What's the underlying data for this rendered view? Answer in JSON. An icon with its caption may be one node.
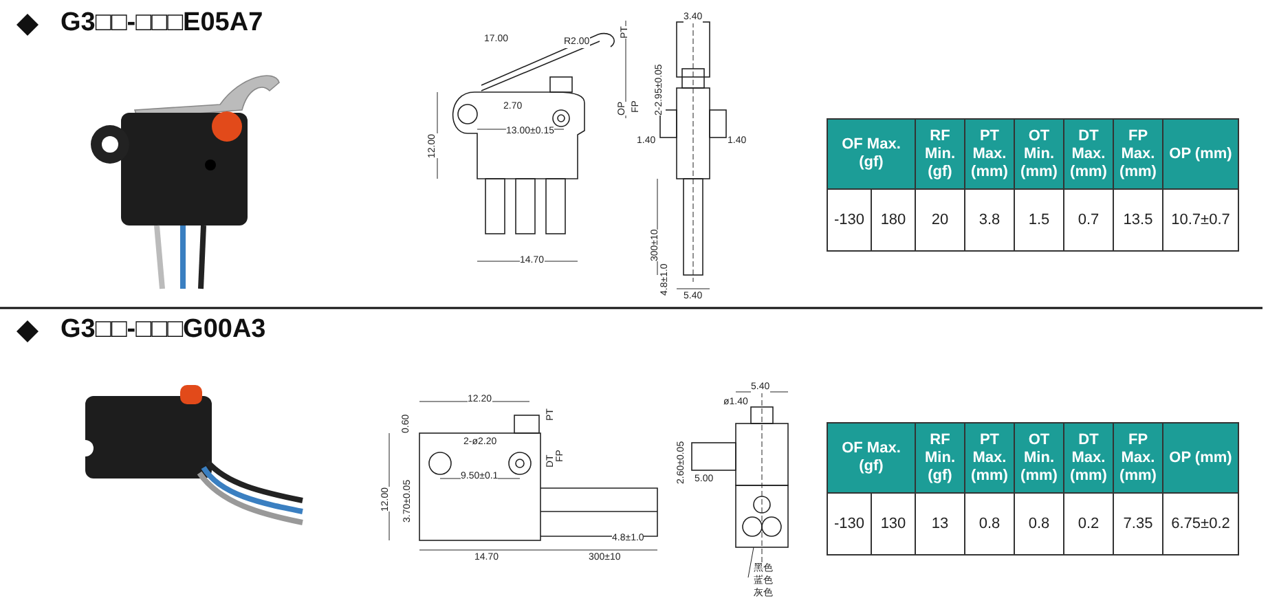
{
  "diagram": {
    "labels": [
      "G3□□-□□□E05A7",
      "17.00",
      "R2.00",
      "PT",
      "2.70",
      "OP",
      "FP",
      "13.00±0.15",
      "12.00",
      "14.70",
      "3.40",
      "2-2.95±0.05",
      "1.40",
      "1.40",
      "300±10",
      "4.8±1.0",
      "5.40",
      "OF Max. (gf)",
      "RF Min. (gf)",
      "PT Max. (mm)",
      "OT Min. (mm)",
      "DT Max. (mm)",
      "FP Max. (mm)",
      "OP (mm)",
      "-130",
      "180",
      "20",
      "3.8",
      "1.5",
      "0.7",
      "13.5",
      "10.7±0.7",
      "G3□□-□□□G00A3",
      "12.20",
      "0.60",
      "PT",
      "DT",
      "FP",
      "2-ø2.20",
      "3.70±0.05",
      "9.50±0.1",
      "12.00",
      "4.8±1.0",
      "14.70",
      "300±10",
      "5.40",
      "ø1.40",
      "2.60±0.05",
      "5.00",
      "黑色",
      "蓝色",
      "灰色",
      "OF Max. (gf)",
      "RF Min. (gf)",
      "PT Max. (mm)",
      "OT Min. (mm)",
      "DT Max. (mm)",
      "FP Max. (mm)",
      "OP (mm)",
      "-130",
      "130",
      "13",
      "0.8",
      "0.8",
      "0.2",
      "7.35",
      "6.75±0.2"
    ]
  }
}
